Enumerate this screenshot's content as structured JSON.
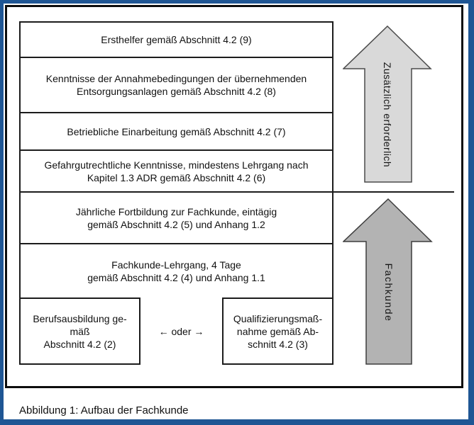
{
  "figure": {
    "boxes": [
      {
        "id": "first-aider",
        "text": "Ersthelfer gemäß Abschnitt 4.2 (9)"
      },
      {
        "id": "acceptance-knowledge",
        "text": "Kenntnisse der Annahmebedingungen der übernehmenden\nEntsorgungsanlagen gemäß Abschnitt 4.2 (8)"
      },
      {
        "id": "company-induction",
        "text": "Betriebliche Einarbeitung gemäß Abschnitt 4.2 (7)"
      },
      {
        "id": "dangerous-goods",
        "text": "Gefahrgutrechtliche Kenntnisse, mindestens Lehrgang nach\nKapitel 1.3 ADR gemäß Abschnitt 4.2 (6)"
      },
      {
        "id": "annual-training",
        "text": "Jährliche Fortbildung zur Fachkunde, eintägig\ngemäß Abschnitt 4.2 (5) und Anhang 1.2"
      },
      {
        "id": "expert-course",
        "text": "Fachkunde-Lehrgang, 4 Tage\ngemäß Abschnitt 4.2 (4) und Anhang 1.1"
      }
    ],
    "bottom_row": {
      "left_box": "Berufsausbildung ge-\nmäß\nAbschnitt 4.2 (2)",
      "connector": "← oder →",
      "right_box": "Qualifizierungsmaß-\nnahme gemäß Ab-\nschnitt 4.2 (3)"
    },
    "arrows": {
      "top": {
        "label": "Zusätzlich erforderlich",
        "fill": "#d9d9d9",
        "stroke": "#4a4a4a"
      },
      "bottom": {
        "label": "Fachkunde",
        "fill": "#b3b3b3",
        "stroke": "#3d3d3d"
      }
    },
    "caption": "Abbildung 1: Aufbau der Fachkunde",
    "colors": {
      "page_border": "#1f5694",
      "inner_frame": "#0d0d0d",
      "box_border": "#1c1c1c"
    }
  }
}
